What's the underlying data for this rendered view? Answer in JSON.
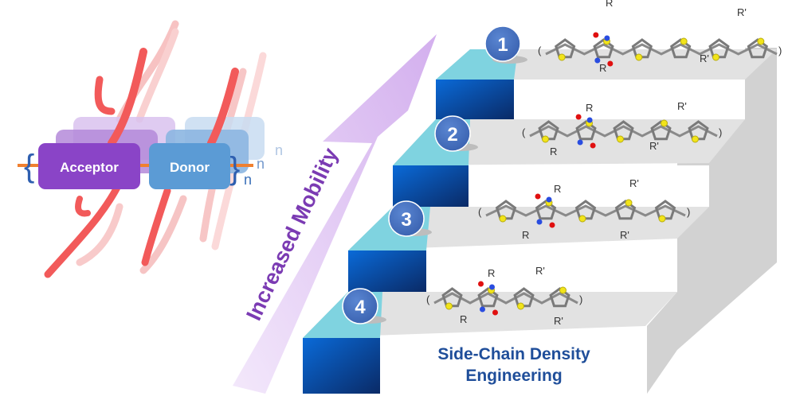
{
  "left_panel": {
    "acceptor_label": "Acceptor",
    "donor_label": "Donor",
    "repeat_subscript": "n",
    "colors": {
      "acceptor": "#8a44c7",
      "donor": "#5b9bd5",
      "side_chains": "#f25a5a",
      "linker": "#f08030",
      "bracket": "#2f5fb0"
    }
  },
  "arrow": {
    "label": "Increased Mobility",
    "color": "#d9b8ef"
  },
  "stairs": {
    "caption_line1": "Side-Chain Density",
    "caption_line2": "Engineering",
    "colors": {
      "riser_block": "#0a5cc4",
      "tread_top": "#7fd3e0",
      "tread": "#e0e0e0",
      "side": "#cfcfcf",
      "badge": "#4472c4"
    },
    "steps": [
      {
        "number": "1",
        "side_chain_labels": [
          "R",
          "R",
          "R'",
          "R'"
        ]
      },
      {
        "number": "2",
        "side_chain_labels": [
          "R",
          "R",
          "R'",
          "R'"
        ]
      },
      {
        "number": "3",
        "side_chain_labels": [
          "R",
          "R",
          "R'",
          "R'"
        ]
      },
      {
        "number": "4",
        "side_chain_labels": [
          "R",
          "R",
          "R'",
          "R'"
        ]
      }
    ]
  }
}
